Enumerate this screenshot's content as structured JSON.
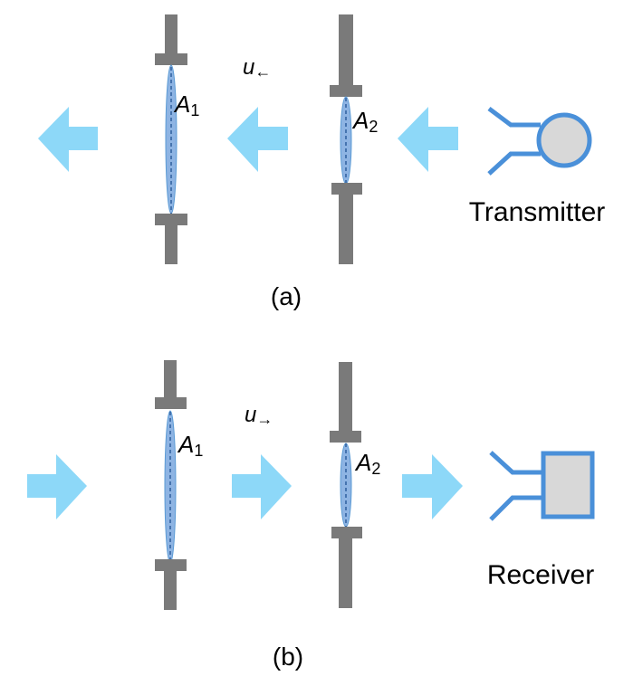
{
  "colors": {
    "arrow": "#8dd8f8",
    "rod": "#7a7a7a",
    "lens_fill": "#8eb4e3",
    "lens_edge": "#5b9bd5",
    "device_stroke": "#4a90d9",
    "device_fill": "#d8d8d8"
  },
  "panel_a": {
    "aperture1": {
      "letter": "A",
      "sub": "1"
    },
    "aperture2": {
      "letter": "A",
      "sub": "2"
    },
    "wave": {
      "letter": "u",
      "arrow": "←"
    },
    "device_label": "Transmitter",
    "device_icon": "transmitter-antenna-icon",
    "caption": "(a)",
    "direction": "left"
  },
  "panel_b": {
    "aperture1": {
      "letter": "A",
      "sub": "1"
    },
    "aperture2": {
      "letter": "A",
      "sub": "2"
    },
    "wave": {
      "letter": "u",
      "arrow": "→"
    },
    "device_label": "Receiver",
    "device_icon": "receiver-antenna-icon",
    "caption": "(b)",
    "direction": "right"
  }
}
